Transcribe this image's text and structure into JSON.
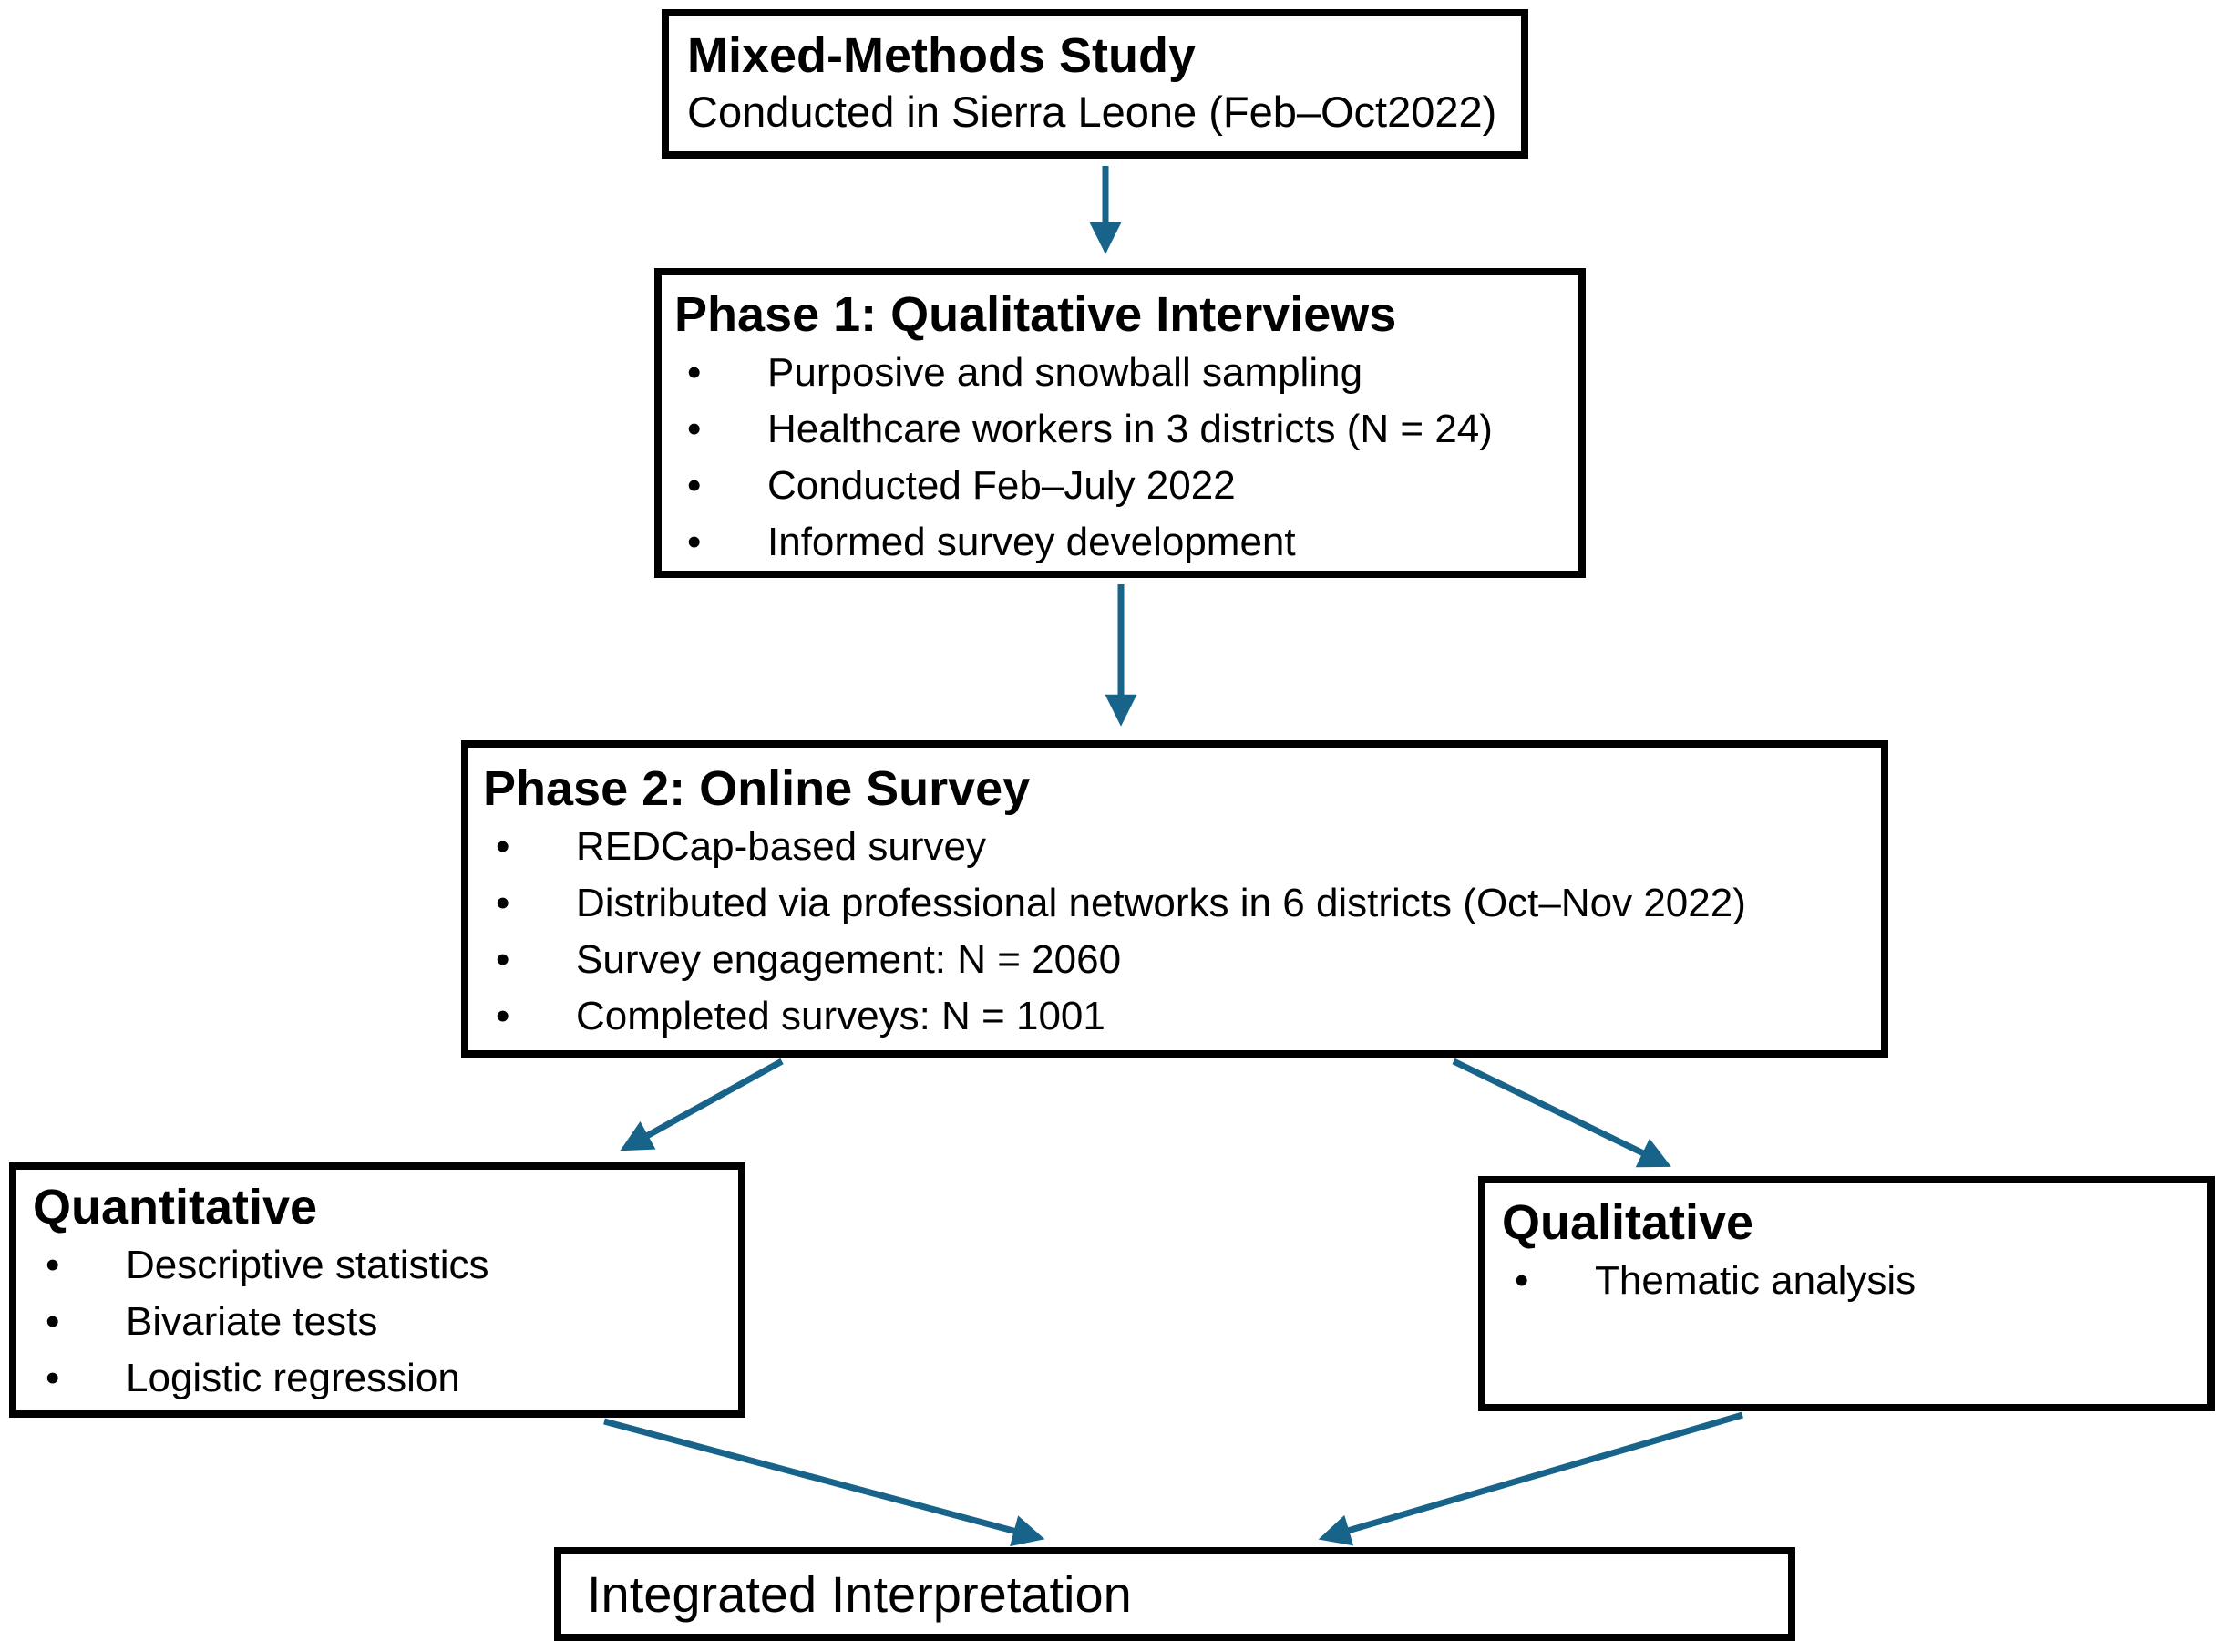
{
  "diagram": {
    "type": "flowchart",
    "arrow_color": "#186389",
    "border_color": "#000000",
    "background_color": "#ffffff",
    "boxes": {
      "study": {
        "title": "Mixed-Methods Study",
        "subtitle": "Conducted in Sierra Leone (Feb–Oct2022)"
      },
      "phase1": {
        "title": "Phase 1: Qualitative Interviews",
        "bullets": [
          "Purposive and snowball sampling",
          "Healthcare workers in 3 districts (N = 24)",
          "Conducted Feb–July 2022",
          "Informed survey development"
        ]
      },
      "phase2": {
        "title": "Phase 2: Online Survey",
        "bullets": [
          "REDCap-based survey",
          "Distributed via professional networks in 6 districts (Oct–Nov 2022)",
          "Survey engagement: N = 2060",
          "Completed surveys: N = 1001"
        ]
      },
      "quantitative": {
        "title": "Quantitative",
        "bullets": [
          "Descriptive statistics",
          "Bivariate tests",
          "Logistic regression"
        ]
      },
      "qualitative": {
        "title": "Qualitative",
        "bullets": [
          "Thematic analysis"
        ]
      },
      "integrated": {
        "title": "Integrated Interpretation"
      }
    },
    "connections": [
      "study -> phase1",
      "phase1 -> phase2",
      "phase2 -> quantitative",
      "phase2 -> qualitative",
      "quantitative -> integrated",
      "qualitative -> integrated"
    ]
  }
}
